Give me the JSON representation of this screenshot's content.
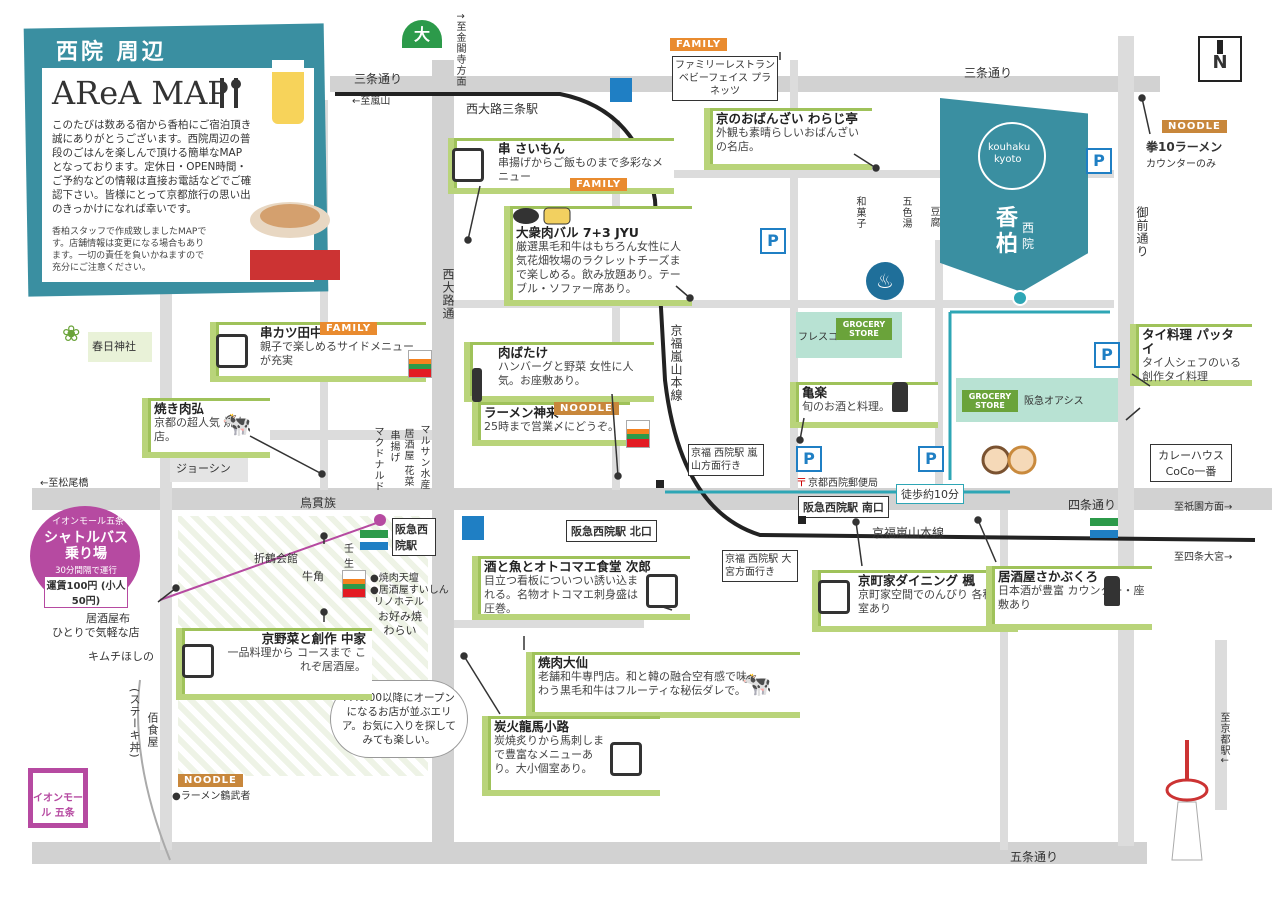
{
  "header": {
    "title": "西院 周辺",
    "area_map": "AReA MAP",
    "intro": "このたびは数ある宿から香柏にご宿泊頂き誠にありがとうございます。西院周辺の普段のごはんを楽しんで頂ける簡単なMAPとなっております。定休日・OPEN時間・ご予約などの情報は直接お電話などでご確認下さい。皆様にとって京都旅行の思い出のきっかけになれば幸いです。",
    "note": "香柏スタッフで作成致しましたMAPです。店舗情報は変更になる場合もあります。一切の責任を負いかねますので充分にご注意ください。"
  },
  "north": "N",
  "streets": {
    "sanjo_top": "三条通り",
    "sanjo_right": "三条通り",
    "to_arashiyama": "←至嵐山",
    "nishioji_sanjo": "西大路三条駅",
    "nishioji": "西大路通",
    "keifuku_honsen": "京福嵐山本線",
    "keifuku_honsen2": "京福嵐山本線",
    "shijo": "四条通り",
    "to_gion": "至祇園方面→",
    "to_shijo_omiya": "至四条大宮→",
    "to_matsuo": "←至松尾橋",
    "toriibashi": "鳥貫族",
    "gojo": "五条通り",
    "onmae": "御前通り",
    "to_kinkakuji": "↑至金閣寺方面",
    "to_kyoto_st": "至京都駅↓",
    "wagashi": "和菓子",
    "goshikiyu": "五色湯",
    "tofu": "豆腐",
    "mackdonald": "マクドナルド",
    "maruzan": "マルサン水産",
    "izakaya_kake": "居酒屋 花菜",
    "kushiage": "串揚げ"
  },
  "stations": {
    "hankyu_saiin": "阪急西院駅",
    "hankyu_north": "阪急西院駅 北口",
    "hankyu_south": "阪急西院駅 南口",
    "keifuku_arashiyama": "京福 西院駅 嵐山方面行き",
    "keifuku_omiya": "京福 西院駅 大宮方面行き",
    "post": "京都西院郵便局",
    "walk": "徒歩約10分"
  },
  "hotel": {
    "en1": "kouhaku",
    "en2": "kyoto",
    "jp": "香柏",
    "sub": "西院"
  },
  "shuttle": {
    "title1": "イオンモール五条",
    "title2": "シャトルバス乗り場",
    "freq": "30分間隔で運行",
    "fare": "運賃100円 (小人50円)"
  },
  "aeon": "イオンモール 五条",
  "shops": [
    {
      "id": "kushi",
      "name": "串 さいもん",
      "desc": "串揚げからご飯ものまで多彩なメニュー"
    },
    {
      "id": "jyu",
      "name": "大衆肉バル 7+3 JYU",
      "desc": "厳選黒毛和牛はもちろん女性に人気花畑牧場のラクレットチーズまで楽しめる。飲み放題あり。テーブル・ソファー席あり。"
    },
    {
      "id": "warajitei",
      "name": "京のおばんざい わらじ亭",
      "desc": "外観も素晴らしいおばんざいの名店。"
    },
    {
      "id": "tanaka",
      "name": "串カツ田中",
      "desc": "親子で楽しめるサイドメニューが充実"
    },
    {
      "id": "nikubatake",
      "name": "肉ばたけ",
      "desc": "ハンバーグと野菜 女性に人気。お座敷あり。"
    },
    {
      "id": "jinrai",
      "name": "ラーメン神来",
      "desc": "25時まで営業〆にどうぞ。"
    },
    {
      "id": "yakiniku",
      "name": "焼き肉弘",
      "desc": "京都の超人気 焼肉店。"
    },
    {
      "id": "kamechan",
      "name": "亀楽",
      "desc": "旬のお酒と料理。"
    },
    {
      "id": "sake",
      "name": "酒と魚とオトコマエ食堂 次郎",
      "desc": "目立つ看板についつい誘い込まれる。名物オトコマエ刺身盛は圧巻。"
    },
    {
      "id": "kyoyasai",
      "name": "京野菜と創作 中家",
      "desc": "一品料理から コースまで これぞ居酒屋。"
    },
    {
      "id": "kaede",
      "name": "京町家ダイニング 楓",
      "desc": "京町家空間でのんびり 各種個室あり"
    },
    {
      "id": "sakabukuro",
      "name": "居酒屋さかぶくろ",
      "desc": "日本酒が豊富 カウンター・座敷あり"
    },
    {
      "id": "daisen",
      "name": "焼肉大仙",
      "desc": "老舗和牛専門店。和と韓の融合空有感で味わう黒毛和牛はフルーティな秘伝ダレで。"
    },
    {
      "id": "ryuma",
      "name": "炭火龍馬小路",
      "desc": "炭焼炙りから馬刺しまで豊富なメニューあり。大小個室あり。"
    },
    {
      "id": "thai",
      "name": "タイ料理 パッタイ",
      "desc": "タイ人シェフのいる創作タイ料理"
    },
    {
      "id": "ken10",
      "name": "拳10ラーメン",
      "desc": "カウンターのみ"
    },
    {
      "id": "coco",
      "name": "カレーハウス",
      "desc": "CoCo一番"
    }
  ],
  "plain": {
    "family_rest": "ファミリーレストラン ベビーフェイス プラネッツ",
    "kasuga": "春日神社",
    "joshin": "ジョーシン",
    "orizuru": "折鶴会館",
    "gyukaku": "牛角",
    "yakinikuten": "●焼肉天壇",
    "izakaya_suishin": "●居酒屋すいしん",
    "rino": "リノホテル",
    "okonomi": "お好み焼 わらい",
    "izakaya_nuno": "居酒屋布",
    "izakaya_nuno_desc": "ひとりで気軽な店",
    "kimchi": "キムチほしの",
    "steak": "(ステーキ丼)",
    "sakuya": "佰食屋",
    "tsurumusha": "●ラーメン鶴武者",
    "pm6": "PM6:00以降にオープンになるお店が並ぶエリア。お気に入りを探してみても楽しい。",
    "fresco": "フレスコ",
    "hankyu_oasis": "阪急オアシス",
    "grocery1": "GROCERY STORE",
    "grocery2": "GROCERY STORE",
    "mibu": "壬生"
  },
  "tags": {
    "family": "FAMILY",
    "noodle": "NOODLE"
  },
  "colors": {
    "teal": "#3a8fa1",
    "green": "#b9d47a",
    "orange": "#e98b2f",
    "magenta": "#b64aa1"
  }
}
